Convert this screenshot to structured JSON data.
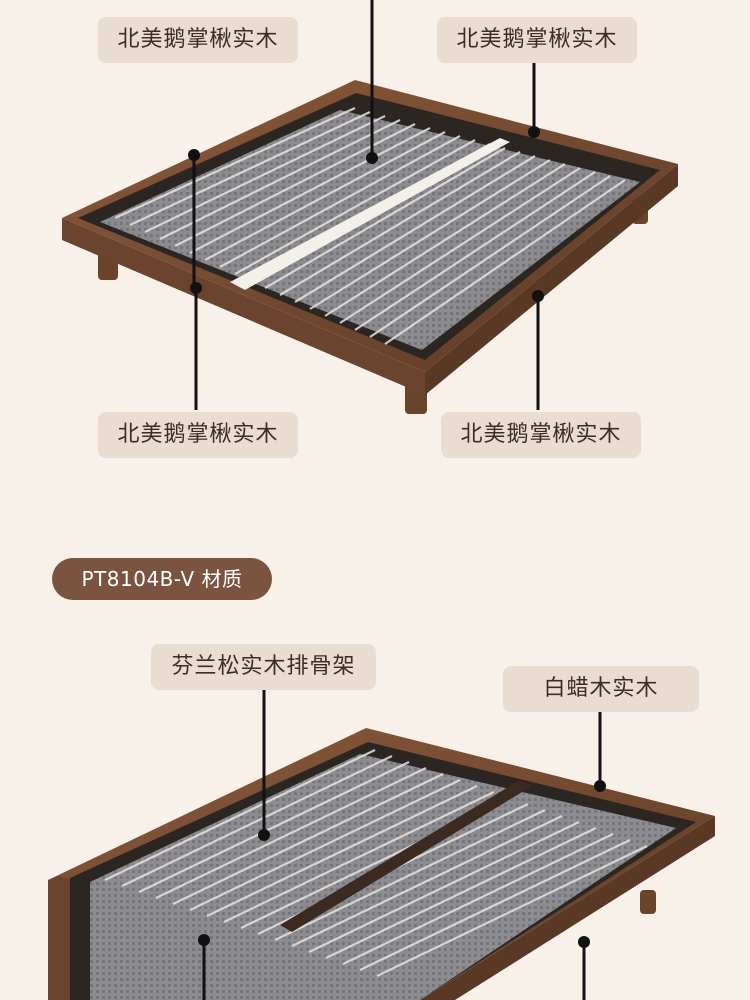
{
  "top_section": {
    "labels": [
      "北美鹅掌楸实木",
      "北美鹅掌楸实木",
      "北美鹅掌楸实木",
      "北美鹅掌楸实木"
    ]
  },
  "model_badge": "PT8104B-V 材质",
  "bottom_section": {
    "slat_label": "芬兰松实木排骨架",
    "frame_label": "白蜡木实木"
  },
  "colors": {
    "background": "#f7f1ea",
    "label_bg": "#e9ddd1",
    "label_text": "#3a2d22",
    "badge_bg": "#7b5440",
    "wood": "#7a4e33",
    "slat": "#8e8e92"
  }
}
